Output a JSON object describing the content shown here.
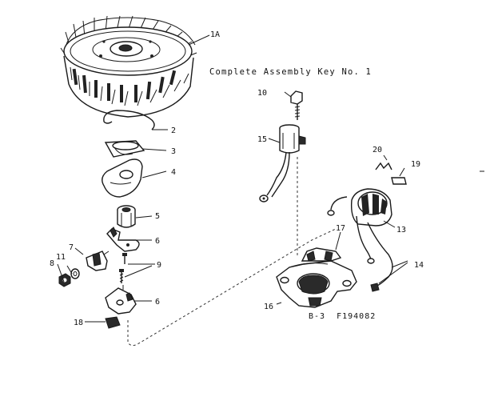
{
  "title": "Complete Assembly Key No. 1",
  "drawing_id": "B-3  F194082",
  "callouts": [
    "1A",
    "2",
    "3",
    "4",
    "5",
    "6",
    "6",
    "7",
    "8",
    "9",
    "10",
    "11",
    "13",
    "14",
    "15",
    "16",
    "17",
    "18",
    "19",
    "20"
  ]
}
